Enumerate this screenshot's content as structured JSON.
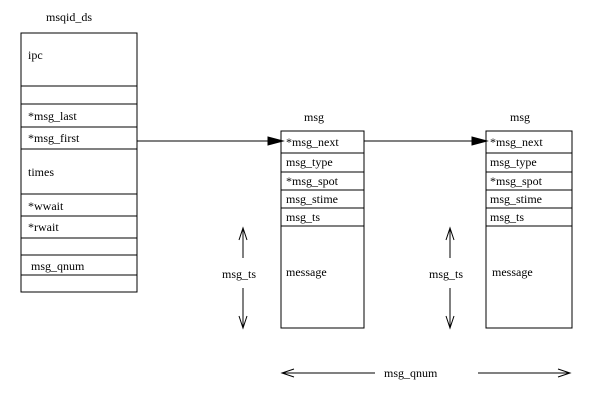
{
  "msqid_ds": {
    "title": "msqid_ds",
    "fields": [
      "ipc",
      "",
      "*msg_last",
      "*msg_first",
      "times",
      "*wwait",
      "*rwait",
      "",
      "msg_qnum",
      ""
    ]
  },
  "messages": [
    {
      "title": "msg",
      "fields": [
        "*msg_next",
        "msg_type",
        "*msg_spot",
        "msg_stime",
        "msg_ts",
        "message"
      ],
      "size_label": "msg_ts"
    },
    {
      "title": "msg",
      "fields": [
        "*msg_next",
        "msg_type",
        "*msg_spot",
        "msg_stime",
        "msg_ts",
        "message"
      ],
      "size_label": "msg_ts"
    }
  ],
  "queue_length_label": "msg_qnum",
  "colors": {
    "stroke": "#000000",
    "background": "#ffffff"
  }
}
